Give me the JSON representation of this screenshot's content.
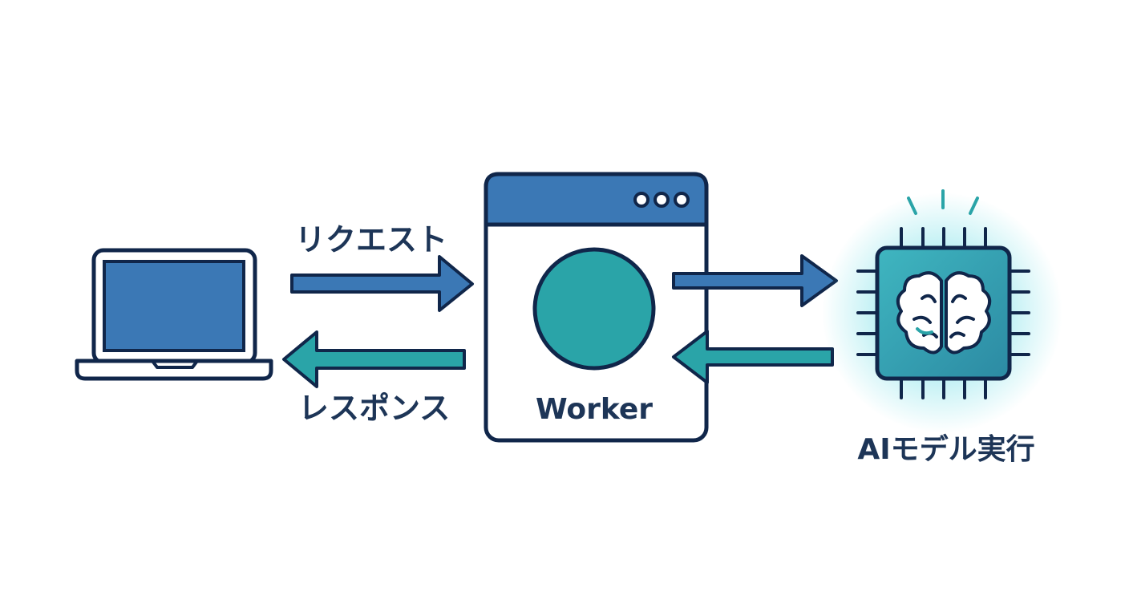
{
  "labels": {
    "request": "リクエスト",
    "response": "レスポンス",
    "worker": "Worker",
    "ai_model": "AIモデル実行"
  },
  "colors": {
    "outline": "#10264a",
    "blue": "#3b78b5",
    "teal": "#2aa4a8",
    "text": "#1d3557",
    "glow": "#4fd6e0"
  },
  "icons": {
    "client": "laptop-icon",
    "server": "browser-window-icon",
    "model": "ai-chip-brain-icon"
  }
}
